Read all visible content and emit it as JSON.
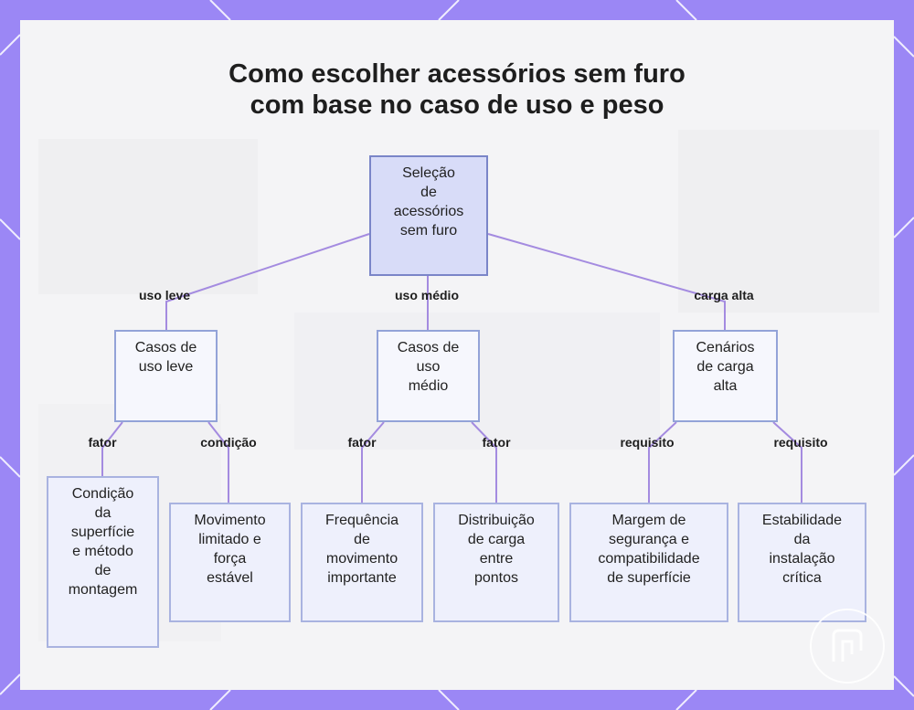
{
  "title": {
    "line1": "Como escolher acessórios sem furo",
    "line2": "com base no caso de uso e peso"
  },
  "nodes": {
    "root": "Seleção\nde\nacessórios\nsem furo",
    "light": "Casos de\nuso leve",
    "medium": "Casos de\nuso\nmédio",
    "heavy": "Cenários\nde carga\nalta",
    "leaf1": "Condição\nda\nsuperfície\ne método\nde\nmontagem",
    "leaf2": "Movimento\nlimitado e\nforça\nestável",
    "leaf3": "Frequência\nde\nmovimento\nimportante",
    "leaf4": "Distribuição\nde carga\nentre\npontos",
    "leaf5": "Margem de\nsegurança e\ncompatibilidade\nde superfície",
    "leaf6": "Estabilidade\nda\ninstalação\ncrítica"
  },
  "edges": {
    "light": "uso leve",
    "medium": "uso médio",
    "heavy": "carga alta",
    "leaf1": "fator",
    "leaf2": "condição",
    "leaf3": "fator",
    "leaf4": "fator",
    "leaf5": "requisito",
    "leaf6": "requisito"
  },
  "colors": {
    "background": "#9b87f5",
    "panel": "#f6f6f8",
    "edge": "#a48be0",
    "node_border": "#8c9ad6",
    "root_fill": "#d8dcf8"
  }
}
